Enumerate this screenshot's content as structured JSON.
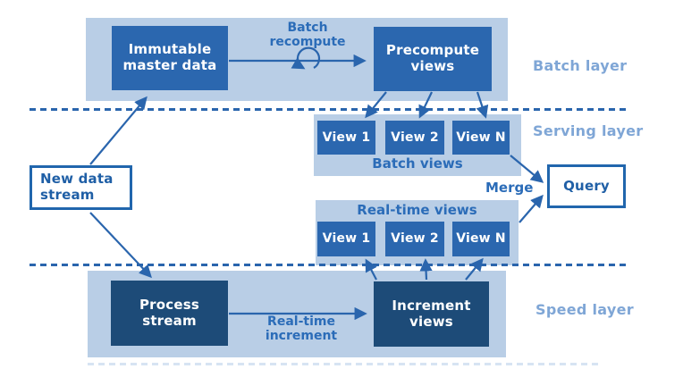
{
  "layers": {
    "batch": {
      "label": "Batch layer",
      "nodes": {
        "immutable": "Immutable master data",
        "precompute": "Precompute views"
      },
      "arrow_label": "Batch recompute"
    },
    "serving": {
      "label": "Serving layer",
      "batch_views": {
        "title": "Batch views",
        "items": [
          "View 1",
          "View 2",
          "View N"
        ]
      },
      "realtime_views": {
        "title": "Real-time views",
        "items": [
          "View 1",
          "View 2",
          "View N"
        ]
      },
      "merge_label": "Merge",
      "query_node": "Query"
    },
    "speed": {
      "label": "Speed layer",
      "nodes": {
        "process": "Process stream",
        "increment": "Increment views"
      },
      "arrow_label": "Real-time increment"
    }
  },
  "source": {
    "new_data_node": "New data stream"
  },
  "icons": {
    "recompute": "counterclockwise-refresh-arrow"
  },
  "colors": {
    "panel_light_blue": "#b9cee6",
    "node_medium_blue": "#2b67af",
    "node_dark_navy": "#1d4b78",
    "accent_arrow_blue": "#2a65ad",
    "label_text_blue": "#2b6cb8",
    "layer_label_light_blue": "#7fa6d6",
    "outline_node_text": "#1f5fa6",
    "background": "#ffffff"
  }
}
